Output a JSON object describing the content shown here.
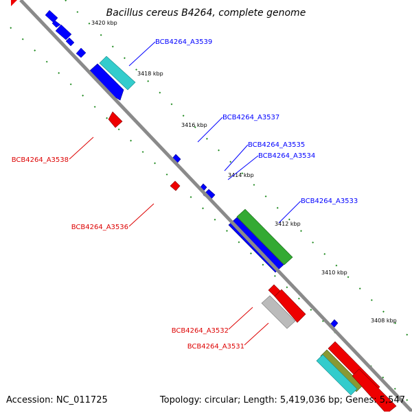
{
  "title": "Bacillus cereus B4264, complete genome",
  "colors": {
    "backbone": "#8a8a8a",
    "tick": "#1f8a1f",
    "forward_label": "#0000ff",
    "reverse_label": "#dd0000",
    "blue": "#0000ff",
    "cyan": "#33cccc",
    "green": "#33aa33",
    "red": "#ee0000",
    "gray": "#bbbbbb",
    "olive": "#889933"
  },
  "kbp_labels": [
    "3420 kbp",
    "3418 kbp",
    "3416 kbp",
    "3414 kbp",
    "3412 kbp",
    "3410 kbp",
    "3408 kbp"
  ],
  "gene_labels": {
    "forward": [
      "BCB4264_A3539",
      "BCB4264_A3537",
      "BCB4264_A3535",
      "BCB4264_A3534",
      "BCB4264_A3533"
    ],
    "reverse": [
      "BCB4264_A3538",
      "BCB4264_A3536",
      "BCB4264_A3532",
      "BCB4264_A3531"
    ]
  },
  "footer": {
    "accession": "Accession: NC_011725",
    "topology": "Topology: circular; Length: 5,419,036 bp; Genes: 5,547"
  }
}
